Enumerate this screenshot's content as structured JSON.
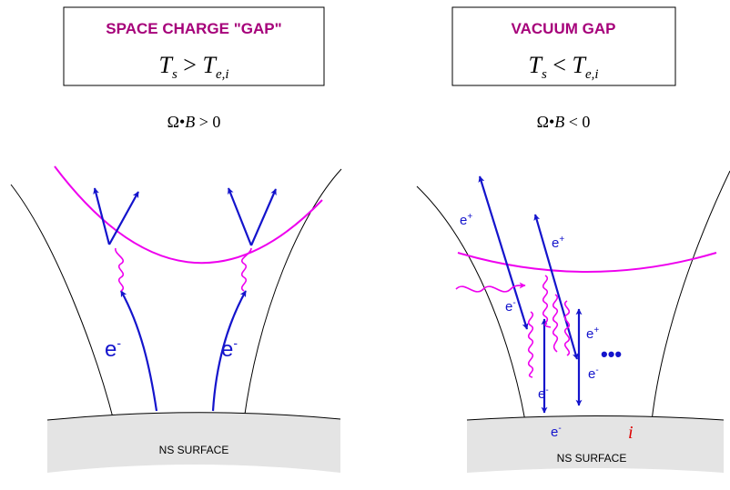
{
  "left_panel": {
    "title": "SPACE CHARGE \"GAP\"",
    "condition": {
      "T": "T",
      "s": "s",
      "rel": " > ",
      "e": "e,i"
    },
    "rotation": {
      "omega": "Ω",
      "bullet": "•",
      "B": "B",
      "rel": " > 0"
    },
    "electron_labels": [
      "e",
      "e"
    ],
    "electron_sign": "-",
    "surface_label": "NS SURFACE"
  },
  "right_panel": {
    "title": "VACUUM GAP",
    "condition": {
      "T": "T",
      "s": "s",
      "rel": " < ",
      "e": "e,i"
    },
    "rotation": {
      "omega": "Ω",
      "bullet": "•",
      "B": "B",
      "rel": " < 0"
    },
    "positron_labels": [
      "e",
      "e",
      "e"
    ],
    "positron_sign": "+",
    "electron_labels": [
      "e",
      "e",
      "e",
      "e"
    ],
    "electron_sign": "-",
    "ellipsis": "•••",
    "ion_label": "i",
    "surface_label": "NS SURFACE"
  },
  "colors": {
    "title": "#a6007a",
    "arrows": "#1414cc",
    "photons": "#ee00ee",
    "ion": "#dd0000",
    "surface": "#e4e4e4"
  }
}
